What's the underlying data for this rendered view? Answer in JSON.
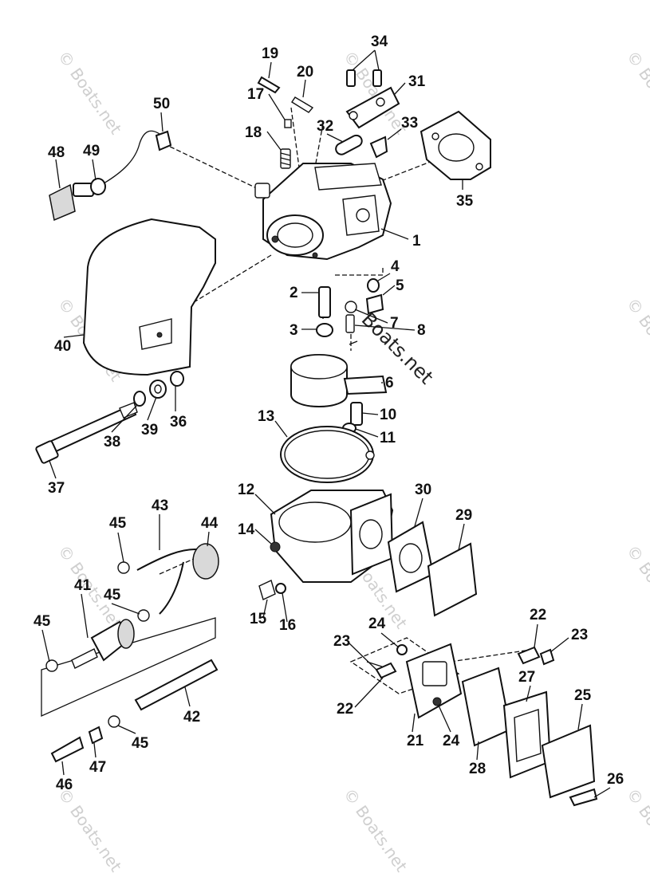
{
  "watermark": {
    "text": "© Boats.net",
    "center_text": "Boats.net"
  },
  "callouts": {
    "c1": "1",
    "c2": "2",
    "c3": "3",
    "c4": "4",
    "c5": "5",
    "c6": "6",
    "c7": "7",
    "c8": "8",
    "c10": "10",
    "c11": "11",
    "c12": "12",
    "c13": "13",
    "c14": "14",
    "c15": "15",
    "c16": "16",
    "c17": "17",
    "c18": "18",
    "c19": "19",
    "c20": "20",
    "c21": "21",
    "c22a": "22",
    "c22b": "22",
    "c23a": "23",
    "c23b": "23",
    "c24a": "24",
    "c24b": "24",
    "c25": "25",
    "c26": "26",
    "c27": "27",
    "c28": "28",
    "c29": "29",
    "c30": "30",
    "c31": "31",
    "c32": "32",
    "c33": "33",
    "c34": "34",
    "c35": "35",
    "c36": "36",
    "c37": "37",
    "c38": "38",
    "c39": "39",
    "c40": "40",
    "c41": "41",
    "c42": "42",
    "c43": "43",
    "c44": "44",
    "c45a": "45",
    "c45b": "45",
    "c45c": "45",
    "c45d": "45",
    "c46": "46",
    "c47": "47",
    "c48": "48",
    "c49": "49",
    "c50": "50"
  }
}
